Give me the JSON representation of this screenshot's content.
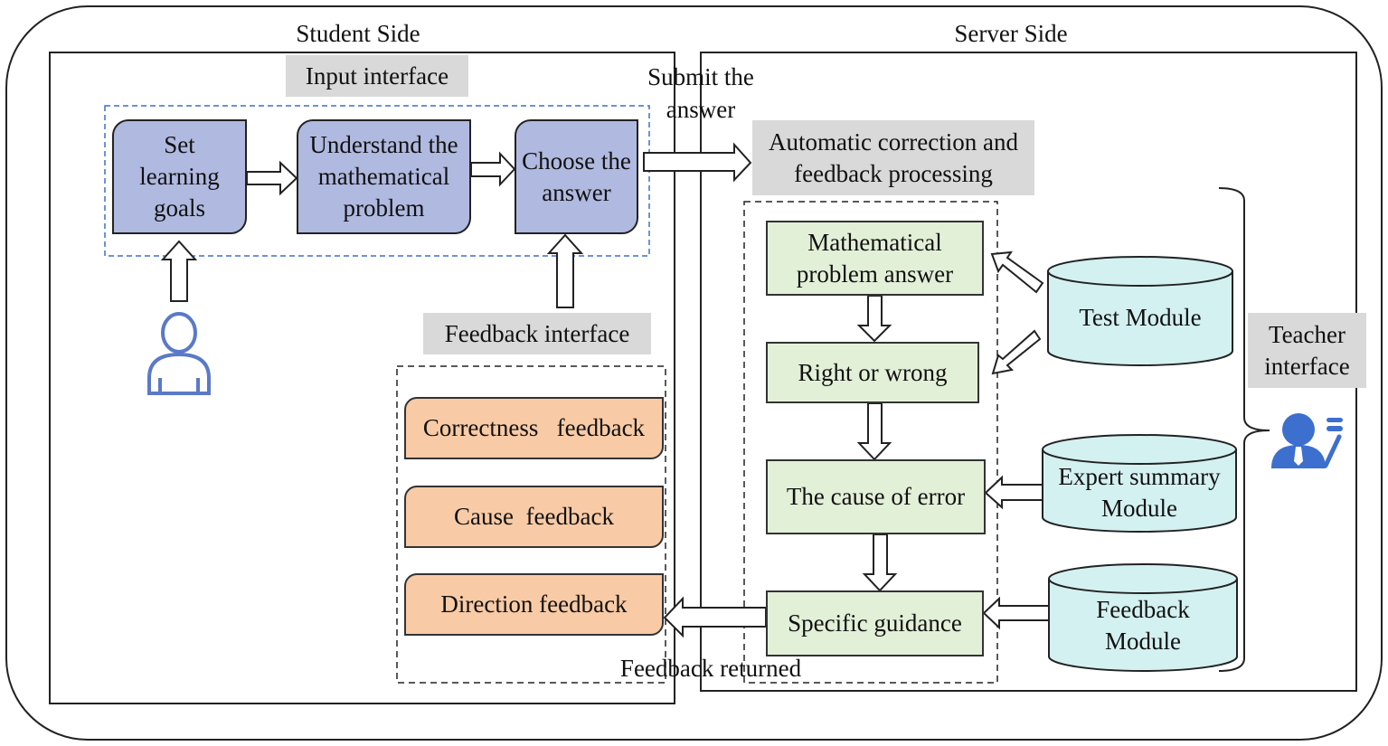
{
  "sections": {
    "student_side": "Student Side",
    "server_side": "Server Side"
  },
  "interfaces": {
    "input": "Input interface",
    "feedback": "Feedback interface",
    "teacher": "Teacher interface",
    "processing": "Automatic correction and feedback processing"
  },
  "student_flow": [
    {
      "label": "Set learning goals"
    },
    {
      "label": "Understand the mathematical problem"
    },
    {
      "label": "Choose the answer"
    }
  ],
  "arrows": {
    "submit": "Submit the answer",
    "returned": "Feedback returned"
  },
  "server_flow": [
    {
      "label": "Mathematical problem answer"
    },
    {
      "label": "Right or wrong"
    },
    {
      "label": "The cause of error"
    },
    {
      "label": "Specific guidance"
    }
  ],
  "modules": [
    {
      "label": "Test Module"
    },
    {
      "label": "Expert summary Module"
    },
    {
      "label": "Feedback Module"
    }
  ],
  "feedback_types": [
    {
      "label": "Correctness   feedback"
    },
    {
      "label": "Cause  feedback"
    },
    {
      "label": "Direction feedback"
    }
  ],
  "icons": {
    "student": "student-user-icon",
    "teacher": "teacher-user-icon"
  },
  "colors": {
    "student_node": "#b0b9e0",
    "server_node": "#e3f0d8",
    "feedback_node": "#f8cba6",
    "module": "#d4f1f1",
    "icon_blue": "#3d6fcf",
    "interface_label": "#d9d9d9"
  }
}
